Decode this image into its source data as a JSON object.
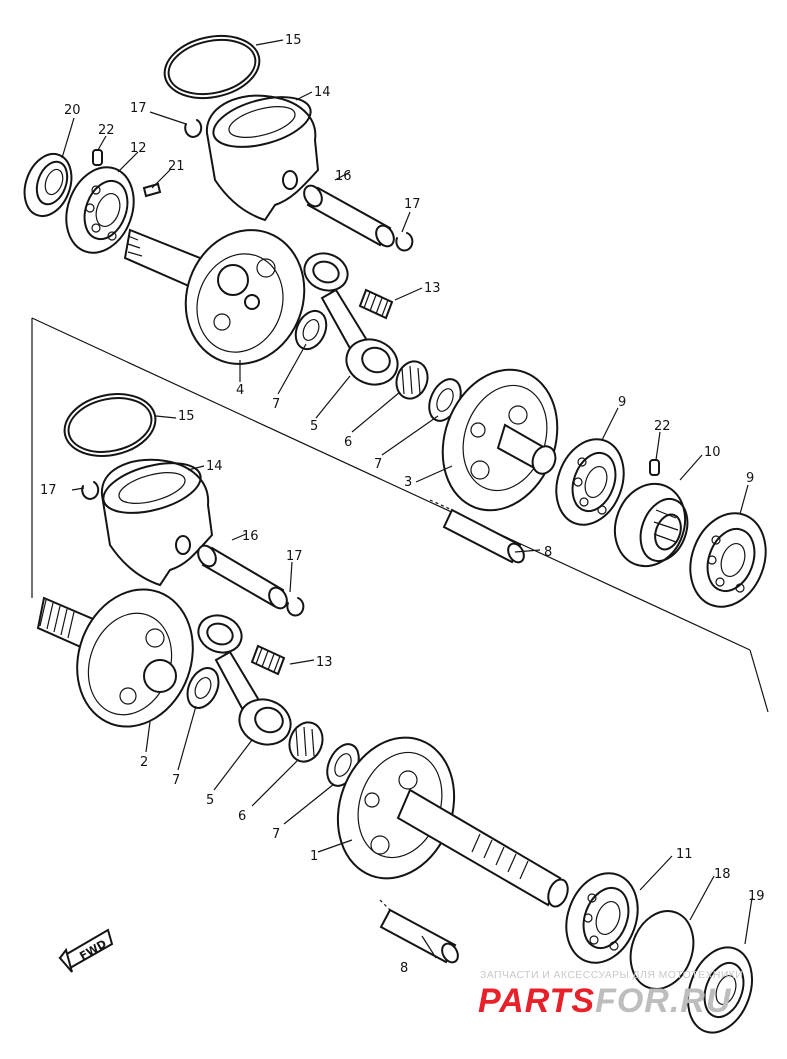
{
  "labels": {
    "l1": "1",
    "l2": "2",
    "l3": "3",
    "l4": "4",
    "l5a": "5",
    "l5b": "5",
    "l6a": "6",
    "l6b": "6",
    "l7a": "7",
    "l7b": "7",
    "l7c": "7",
    "l7d": "7",
    "l8a": "8",
    "l8b": "8",
    "l9a": "9",
    "l9b": "9",
    "l10": "10",
    "l11": "11",
    "l12": "12",
    "l13a": "13",
    "l13b": "13",
    "l14a": "14",
    "l14b": "14",
    "l15a": "15",
    "l15b": "15",
    "l16a": "16",
    "l16b": "16",
    "l17a": "17",
    "l17b": "17",
    "l17c": "17",
    "l17d": "17",
    "l18": "18",
    "l19": "19",
    "l20": "20",
    "l21": "21",
    "l22a": "22",
    "l22b": "22"
  },
  "fwd_label": "FWD",
  "watermark": {
    "caption": "ЗАПЧАСТИ И АКСЕССУАРЫ ДЛЯ МОТОТЕХНИКИ",
    "brand": "PARTS",
    "brand_suffix": "FOR.RU",
    "brand_color": "#e8202a",
    "brand_suffix_color": "#bdbdbd"
  }
}
